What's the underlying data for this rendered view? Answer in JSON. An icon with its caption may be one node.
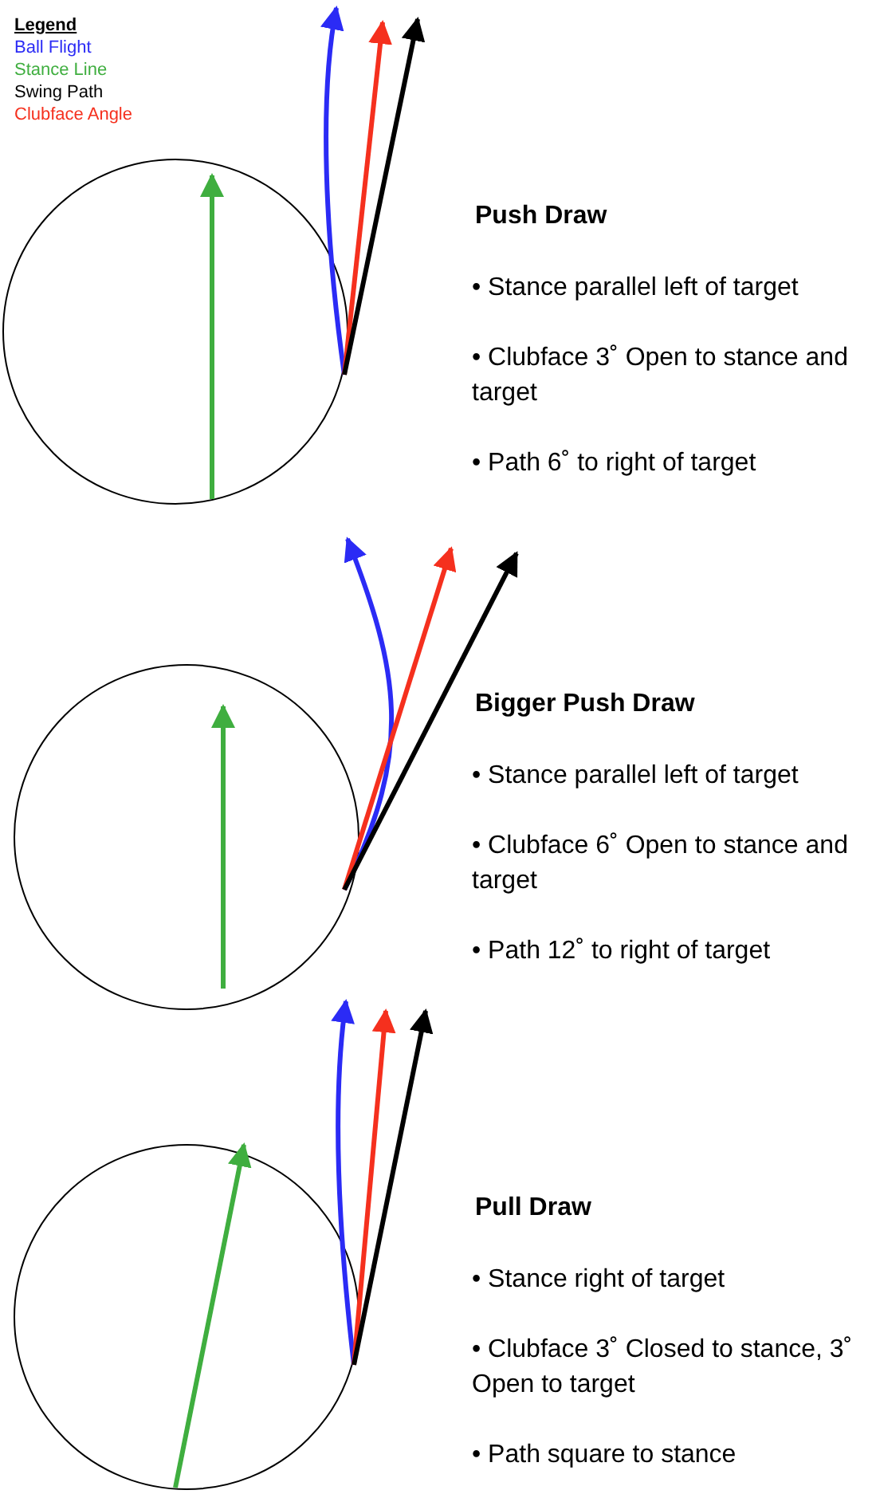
{
  "diagram": {
    "labels": [
      "Legend",
      "Push Draw",
      "• Stance parallel left of target",
      "• Clubface 3˚ Open to stance and target",
      "• Path 6˚ to right of target",
      "Bigger Push Draw",
      "• Stance parallel left of target",
      "• Clubface 6˚ Open to stance and target",
      "• Path 12˚ to right of target",
      "Pull Draw",
      "• Stance right of target",
      "• Clubface 3˚ Closed to stance, 3˚ Open to target",
      "• Path square to stance"
    ],
    "legend": [
      {
        "text": "Ball Flight",
        "color": "#2b2bf5"
      },
      {
        "text": "Stance Line",
        "color": "#3fae3f"
      },
      {
        "text": "Swing Path",
        "color": "#000000"
      },
      {
        "text": "Clubface Angle",
        "color": "#f5301e"
      }
    ]
  }
}
